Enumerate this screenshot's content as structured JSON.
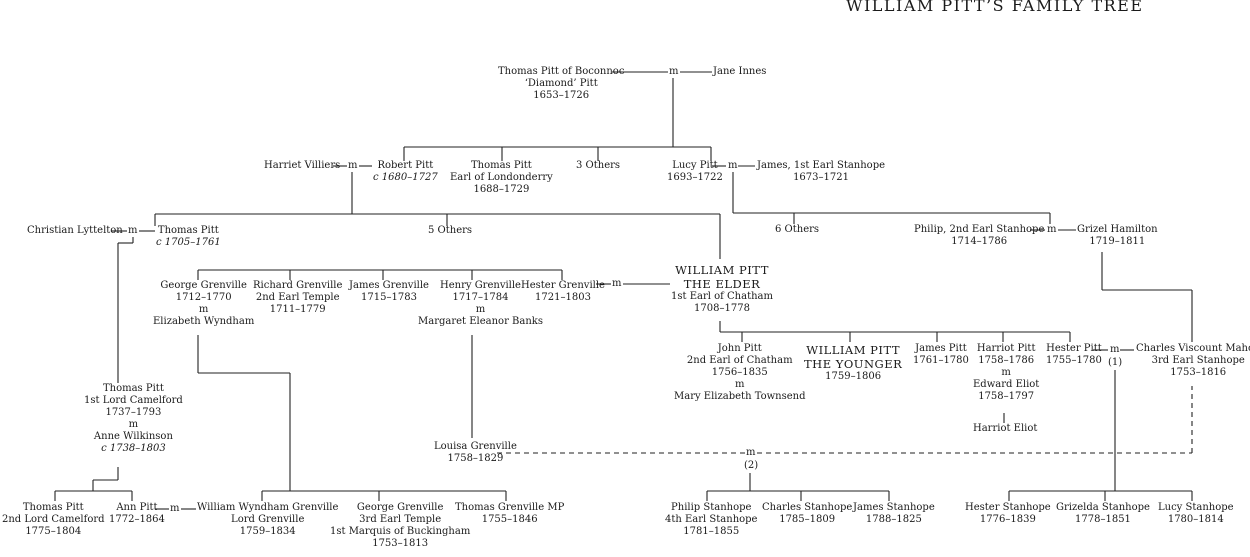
{
  "title": "WILLIAM PITT’S FAMILY TREE",
  "people": {
    "thomas_diamond": [
      "Thomas Pitt of Boconnoc",
      "‘Diamond’ Pitt",
      "1653–1726"
    ],
    "jane_innes": [
      "Jane Innes"
    ],
    "harriet_villiers": [
      "Harriet Villiers"
    ],
    "robert_pitt": [
      "Robert Pitt",
      "c 1680–1727"
    ],
    "thomas_londonderry": [
      "Thomas Pitt",
      "Earl of Londonderry",
      "1688–1729"
    ],
    "three_others": [
      "3 Others"
    ],
    "lucy_pitt": [
      "Lucy Pitt",
      "1693–1722"
    ],
    "james_stanhope": [
      "James, 1st Earl Stanhope",
      "1673–1721"
    ],
    "christian_lyttelton": [
      "Christian Lyttelton"
    ],
    "thomas_pitt_1705": [
      "Thomas Pitt",
      "c 1705–1761"
    ],
    "five_others": [
      "5 Others"
    ],
    "six_others": [
      "6 Others"
    ],
    "philip_2nd": [
      "Philip, 2nd Earl Stanhope",
      "1714–1786"
    ],
    "grizel_hamilton": [
      "Grizel Hamilton",
      "1719–1811"
    ],
    "george_grenville": [
      "George Grenville",
      "1712–1770",
      "m",
      "Elizabeth Wyndham"
    ],
    "richard_grenville": [
      "Richard Grenville",
      "2nd Earl Temple",
      "1711–1779"
    ],
    "james_grenville": [
      "James Grenville",
      "1715–1783"
    ],
    "henry_grenville": [
      "Henry Grenville",
      "1717–1784",
      "m",
      "Margaret Eleanor Banks"
    ],
    "hester_grenville": [
      "Hester Grenville",
      "1721–1803"
    ],
    "pitt_elder": [
      "WILLIAM PITT",
      "THE ELDER",
      "1st Earl of Chatham",
      "1708–1778"
    ],
    "john_pitt": [
      "John Pitt",
      "2nd Earl of Chatham",
      "1756–1835",
      "m",
      "Mary Elizabeth Townsend"
    ],
    "pitt_younger": [
      "WILLIAM PITT",
      "THE YOUNGER",
      "1759–1806"
    ],
    "james_pitt": [
      "James Pitt",
      "1761–1780"
    ],
    "harriot_pitt": [
      "Harriot Pitt",
      "1758–1786",
      "m",
      "Edward Eliot",
      "1758–1797"
    ],
    "harriot_eliot": [
      "Harriot Eliot"
    ],
    "hester_pitt": [
      "Hester Pitt",
      "1755–1780"
    ],
    "charles_mahon": [
      "Charles Viscount Mahon",
      "3rd Earl Stanhope",
      "1753–1816"
    ],
    "thomas_camelford1": [
      "Thomas Pitt",
      "1st Lord Camelford",
      "1737–1793",
      "m",
      "Anne Wilkinson",
      "c 1738–1803"
    ],
    "louisa_grenville": [
      "Louisa Grenville",
      "1758–1829"
    ],
    "thomas_camelford2": [
      "Thomas Pitt",
      "2nd Lord Camelford",
      "1775–1804"
    ],
    "ann_pitt": [
      "Ann Pitt",
      "1772–1864"
    ],
    "william_wyndham_grenville": [
      "William Wyndham Grenville",
      "Lord Grenville",
      "1759–1834"
    ],
    "george_grenville_buckingham": [
      "George Grenville",
      "3rd Earl Temple",
      "1st Marquis of Buckingham",
      "1753–1813"
    ],
    "thomas_grenville_mp": [
      "Thomas Grenville MP",
      "1755–1846"
    ],
    "philip_4th": [
      "Philip Stanhope",
      "4th Earl Stanhope",
      "1781–1855"
    ],
    "charles_stanhope": [
      "Charles Stanhope",
      "1785–1809"
    ],
    "james_stanhope_y": [
      "James Stanhope",
      "1788–1825"
    ],
    "hester_stanhope": [
      "Hester Stanhope",
      "1776–1839"
    ],
    "grizelda_stanhope": [
      "Grizelda Stanhope",
      "1778–1851"
    ],
    "lucy_stanhope": [
      "Lucy Stanhope",
      "1780–1814"
    ]
  },
  "marks": {
    "m": "m",
    "first_marriage": "(1)",
    "second_marriage": "(2)"
  }
}
